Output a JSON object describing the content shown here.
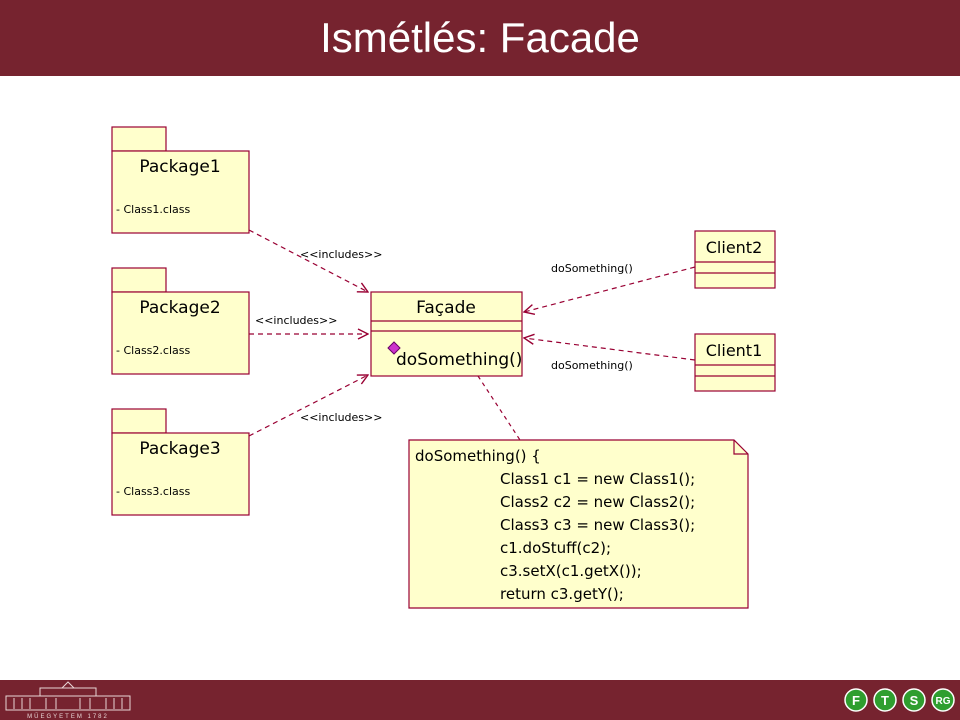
{
  "slide": {
    "title": "Ismétlés: Facade"
  },
  "colors": {
    "brand": "#76232f",
    "uml_fill": "#ffffcc",
    "uml_border": "#990033",
    "footer_accent": "#2f9e2f"
  },
  "diagram": {
    "packages": [
      {
        "name": "Package1",
        "member": "- Class1.class"
      },
      {
        "name": "Package2",
        "member": "- Class2.class"
      },
      {
        "name": "Package3",
        "member": "- Class3.class"
      }
    ],
    "facade": {
      "name": "Façade",
      "operation": "doSomething()"
    },
    "clients": [
      {
        "name": "Client2"
      },
      {
        "name": "Client1"
      }
    ],
    "dependency_labels": [
      "<<includes>>",
      "<<includes>>",
      "<<includes>>"
    ],
    "call_labels": [
      "doSomething()",
      "doSomething()"
    ],
    "note_lines": [
      "doSomething() {",
      "Class1 c1 = new Class1();",
      "Class2 c2 = new Class2();",
      "Class3 c3 = new Class3();",
      "c1.doStuff(c2);",
      "c3.setX(c1.getX());",
      "return c3.getY();"
    ]
  },
  "footer": {
    "logo_caption": "MŰEGYETEM 1782",
    "badges": [
      "F",
      "T",
      "S",
      "RG"
    ]
  }
}
